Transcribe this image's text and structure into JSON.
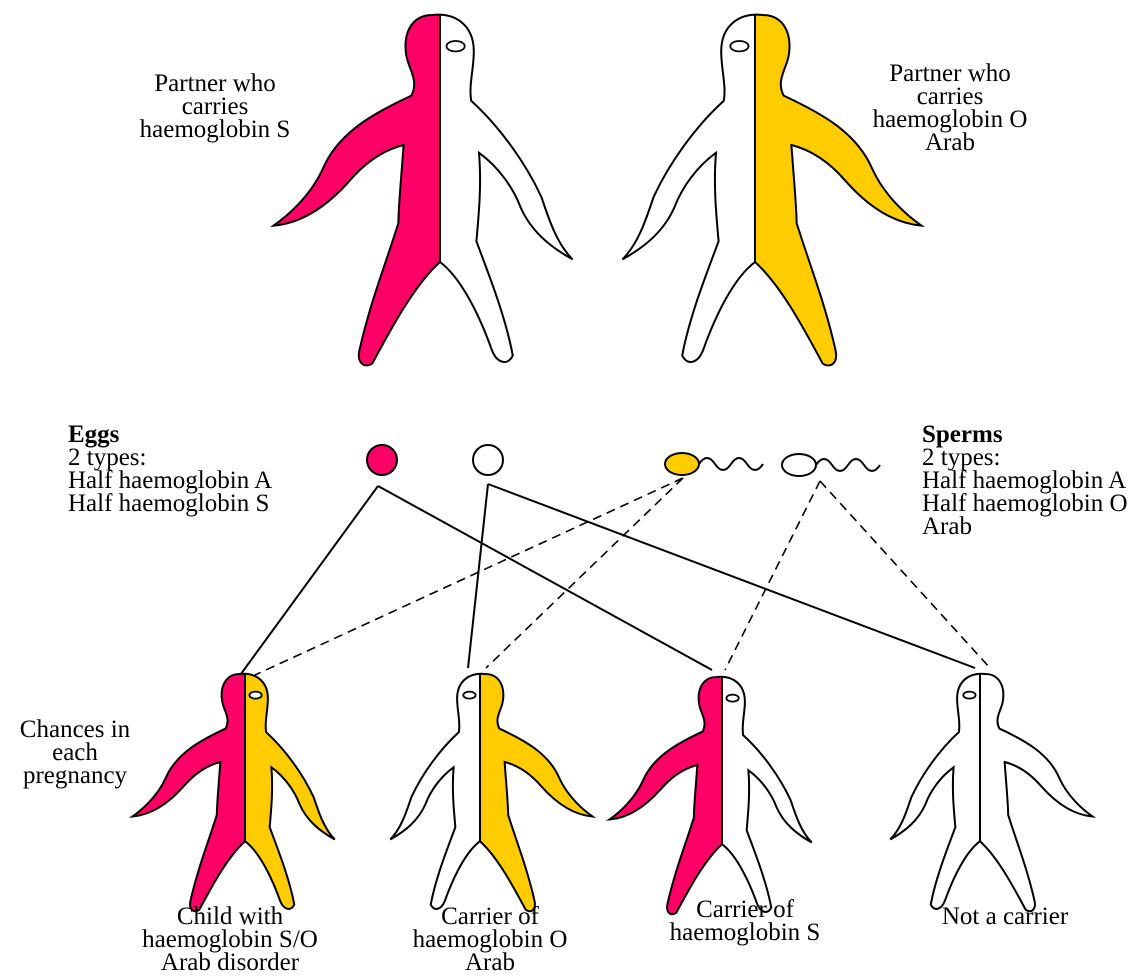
{
  "colors": {
    "haemoglobin_s": "#ff0066",
    "haemoglobin_o_arab": "#ffcc00",
    "normal": "#ffffff",
    "outline": "#000000"
  },
  "parents": {
    "left": {
      "lines": [
        "Partner who",
        "carries",
        "haemoglobin S"
      ],
      "fill": "haemoglobin_s"
    },
    "right": {
      "lines": [
        "Partner who",
        "carries",
        "haemoglobin O",
        "Arab"
      ],
      "fill": "haemoglobin_o_arab"
    }
  },
  "eggs": {
    "title": "Eggs",
    "lines": [
      "2 types:",
      "Half haemoglobin A",
      "Half haemoglobin S"
    ]
  },
  "sperms": {
    "title": "Sperms",
    "lines": [
      "2 types:",
      "Half haemoglobin A",
      "Half haemoglobin O",
      "Arab"
    ]
  },
  "chances": {
    "lines": [
      "Chances in",
      "each",
      "pregnancy"
    ]
  },
  "children": [
    {
      "lines": [
        "Child with",
        "haemoglobin S/O",
        "Arab disorder"
      ],
      "left_half": "haemoglobin_s",
      "right_half": "haemoglobin_o_arab"
    },
    {
      "lines": [
        "Carrier of",
        "haemoglobin O",
        "Arab"
      ],
      "left_half": "normal",
      "right_half": "haemoglobin_o_arab"
    },
    {
      "lines": [
        "Carrier of",
        "haemoglobin S"
      ],
      "left_half": "haemoglobin_s",
      "right_half": "normal"
    },
    {
      "lines": [
        "Not a carrier"
      ],
      "left_half": "normal",
      "right_half": "normal"
    }
  ]
}
